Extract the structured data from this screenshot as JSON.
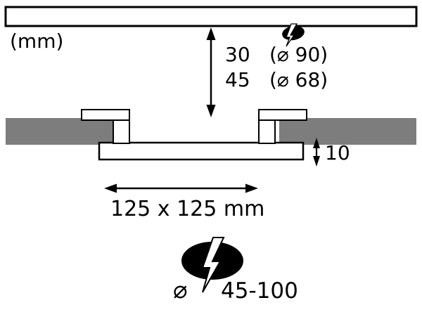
{
  "diagram_title": "recessed-panel-installation-dimensions",
  "labels": {
    "unit": "(mm)",
    "depth_a_value": "30",
    "depth_a_diameter": "(⌀ 90)",
    "depth_b_value": "45",
    "depth_b_diameter": "(⌀ 68)",
    "panel_thickness": "10",
    "cutout_size": "125 x 125 mm",
    "diameter_symbol": "⌀",
    "connection_diameter_range": "45-100"
  },
  "icons": {
    "small_flash": "electrical-connection-flash-icon",
    "large_flash": "electrical-connection-flash-icon"
  },
  "colors": {
    "line": "#000000",
    "ceiling_gray": "#7d7d7d",
    "background": "#ffffff"
  }
}
